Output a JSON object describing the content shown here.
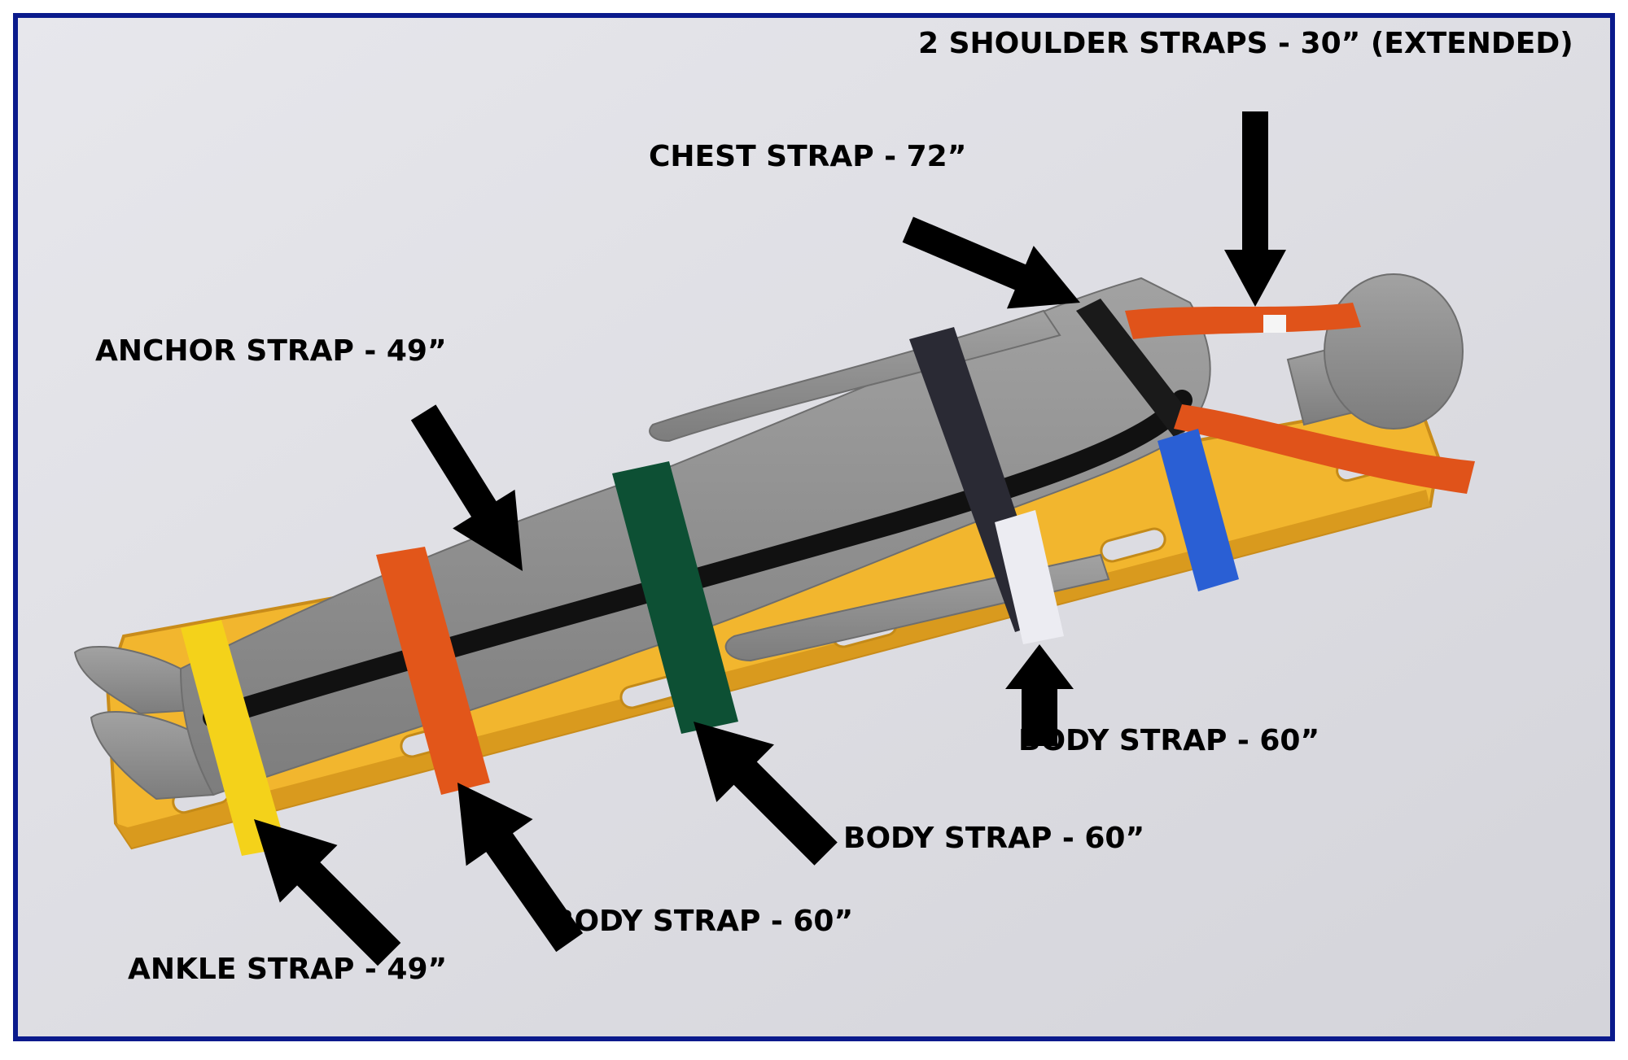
{
  "labels": {
    "shoulder": "2 SHOULDER STRAPS - 30” (EXTENDED)",
    "chest": "CHEST STRAP - 72”",
    "anchor": "ANCHOR STRAP - 49”",
    "body_right": "BODY STRAP - 60”",
    "body_mid": "BODY STRAP - 60”",
    "body_left": "BODY STRAP - 60”",
    "ankle": "ANKLE STRAP - 49”"
  },
  "colors": {
    "frame": "#0a1a8c",
    "background": "#dcdce2",
    "board": "#f2b62e",
    "mannequin": "#8e8e8e",
    "anchor_strap": "#111111",
    "chest_strap": "#1a1a1a",
    "shoulder_strap": "#e0531a",
    "body_strap_right": "#2a2a34",
    "body_strap_mid": "#0d5034",
    "body_strap_left": "#e2561a",
    "ankle_strap": "#f4d21a",
    "blue_strap": "#2a5fd4",
    "arrow": "#000000"
  }
}
